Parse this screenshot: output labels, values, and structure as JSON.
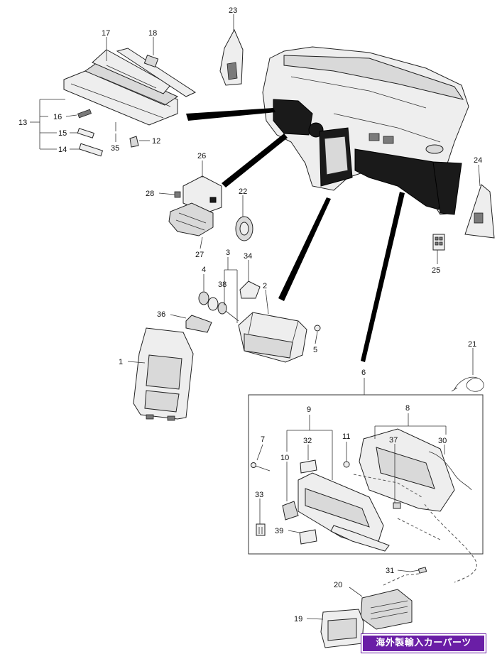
{
  "diagram": {
    "callouts": [
      "1",
      "2",
      "3",
      "4",
      "5",
      "6",
      "7",
      "8",
      "9",
      "10",
      "11",
      "12",
      "13",
      "14",
      "15",
      "16",
      "17",
      "18",
      "19",
      "20",
      "21",
      "22",
      "23",
      "24",
      "25",
      "26",
      "27",
      "28",
      "30",
      "31",
      "32",
      "33",
      "34",
      "35",
      "36",
      "37",
      "38",
      "39"
    ],
    "watermark": "海外製輸入カーパーツ"
  }
}
